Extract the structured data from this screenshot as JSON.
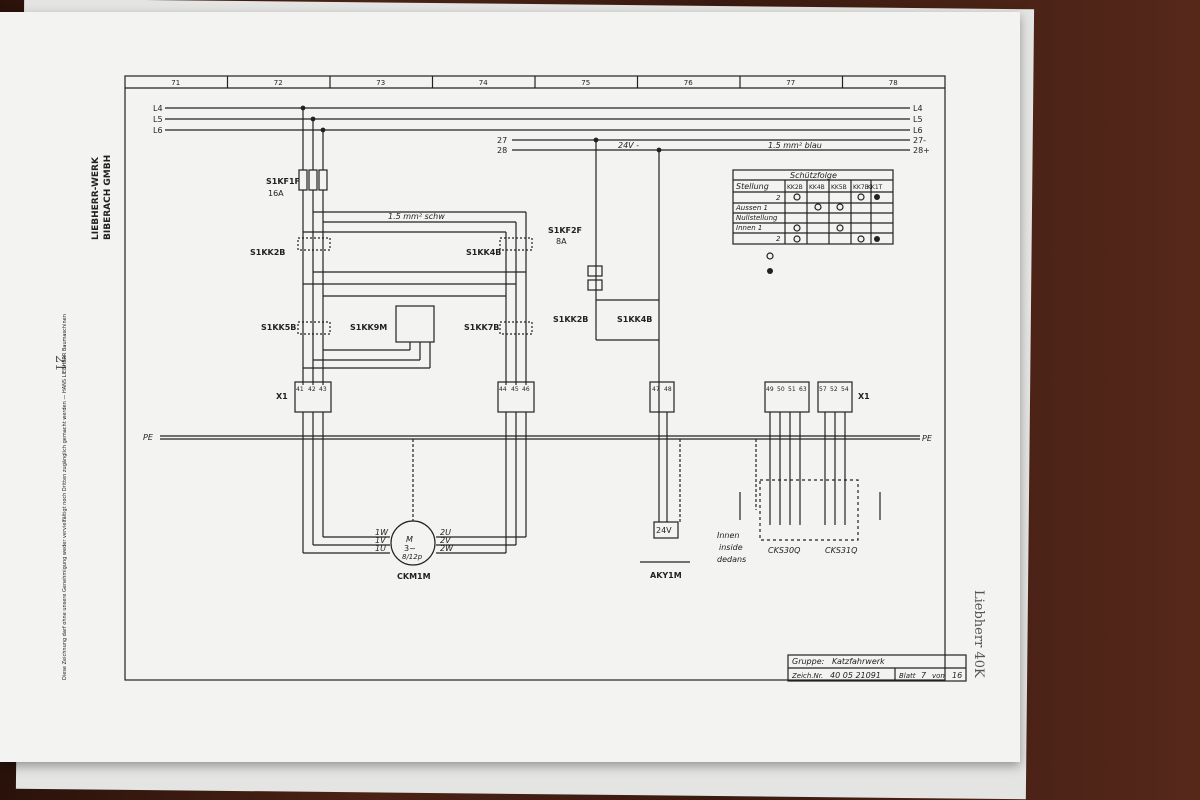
{
  "company": {
    "line1": "LIEBHERR-WERK",
    "line2": "BIBERACH GMBH"
  },
  "page_number": "21",
  "side_caption": "Liebherr 40K",
  "ruler": [
    "71",
    "72",
    "73",
    "74",
    "75",
    "76",
    "77",
    "78"
  ],
  "buses": {
    "l4": "L4",
    "l5": "L5",
    "l6": "L6",
    "b27": "27",
    "b28": "28",
    "b27r": "27-",
    "b28r": "28+",
    "v24": "24V -",
    "blau": "1.5 mm² blau",
    "schw": "1.5 mm² schw",
    "pe": "PE",
    "pe_r": "PE"
  },
  "components": {
    "s1kf1f": "S1KF1F",
    "a16": "16A",
    "s1kk2b": "S1KK2B",
    "s1kk4b": "S1KK4B",
    "s1kk5b": "S1KK5B",
    "s1kk9m": "S1KK9M",
    "s1kk7b": "S1KK7B",
    "s1kf2f": "S1KF2F",
    "a8": "8A",
    "s1kk2b_b": "S1KK2B",
    "s1kk4b_b": "S1KK4B",
    "x1": "X1",
    "x1_r": "X1",
    "motor_m": "M",
    "motor_3": "3~",
    "motor_pole": "8/12p",
    "ckm1m": "CKM1M",
    "akyim": "AKY1M",
    "v24_box": "24V",
    "cks30q": "CKS30Q",
    "cks31q": "CKS31Q",
    "innen": "Innen",
    "inside": "inside",
    "dedans": "dedans",
    "w1": "1W",
    "v1": "1V",
    "u1": "1U",
    "u2": "2U",
    "v2": "2V",
    "w2": "2W"
  },
  "terminals": {
    "t1": "41",
    "t2": "42",
    "t3": "43",
    "t4": "44",
    "t5": "45",
    "t6": "46",
    "t7": "47",
    "t8": "48",
    "t9": "49",
    "t10": "50",
    "t11": "51",
    "t12": "63",
    "t13": "57",
    "t14": "52",
    "t15": "54"
  },
  "table": {
    "title": "Schützfolge",
    "stellung": "Stellung",
    "cols": [
      "KK2B",
      "KK4B",
      "KK5B",
      "KK7B",
      "KK1T"
    ],
    "rows": [
      "2",
      "Aussen  1",
      "Nullstellung",
      "Innen  1",
      "2"
    ]
  },
  "title_block": {
    "gruppe_label": "Gruppe:",
    "gruppe": "Katzfahrwerk",
    "zeich_label": "Zeich.Nr.",
    "zeich": "40 05 21091",
    "blatt_label": "Blatt",
    "blatt": "7",
    "von": "von",
    "von_n": "16"
  },
  "margin_note": "Diese Zeichnung darf ohne unsere Genehmigung weder vervielfältigt noch Dritten zugänglich gemacht werden — HANS LIEBHERR Baumaschinen"
}
